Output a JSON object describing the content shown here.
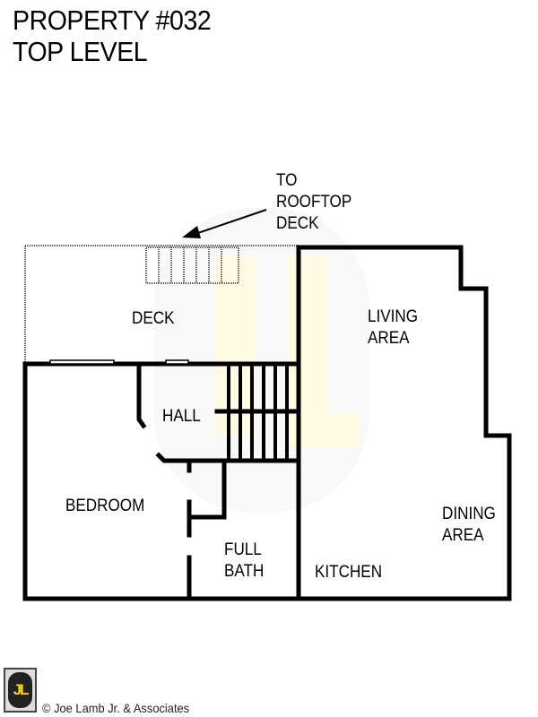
{
  "header": {
    "title_line1": "PROPERTY #032",
    "title_line2": "TOP LEVEL"
  },
  "annotation": {
    "line1": "TO",
    "line2": "ROOFTOP",
    "line3": "DECK"
  },
  "rooms": {
    "deck": "DECK",
    "living_line1": "LIVING",
    "living_line2": "AREA",
    "hall": "HALL",
    "bedroom": "BEDROOM",
    "bath_line1": "FULL",
    "bath_line2": "BATH",
    "kitchen": "KITCHEN",
    "dining_line1": "DINING",
    "dining_line2": "AREA"
  },
  "footer": {
    "logo_text": "JL",
    "copyright": "© Joe Lamb Jr. & Associates"
  },
  "colors": {
    "wall": "#000000",
    "watermark": "#fffbe6",
    "logo_accent": "#f5d90a"
  }
}
